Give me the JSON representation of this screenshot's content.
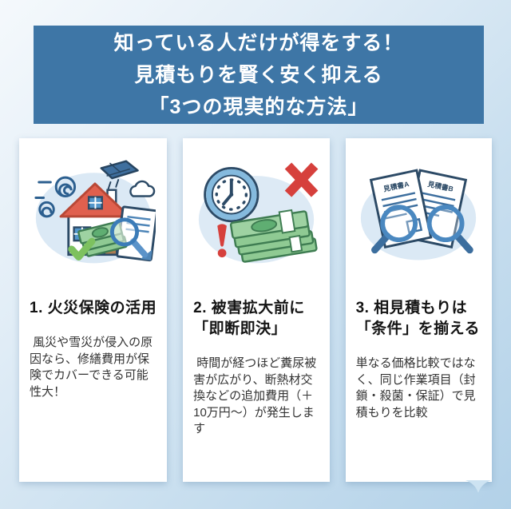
{
  "header": {
    "lines": [
      "知っている人だけが得をする！",
      "見積もりを賢く安く抑える",
      "「3つの現実的な方法」"
    ]
  },
  "cards": [
    {
      "id": "fire-insurance",
      "title_lines": [
        "1. 火災保険の活用"
      ],
      "body_lines": [
        " 風災や雪災が侵入の原",
        "因なら、修繕費用が保",
        "険でカバーできる可能",
        "性大！"
      ],
      "illustration": "house-storm-money-magnifier"
    },
    {
      "id": "quick-decision",
      "title_lines": [
        "2. 被害拡大前に",
        "「即断即決」"
      ],
      "body_lines": [
        " 時間が経つほど糞尿被",
        "害が広がり、断熱材交",
        "換などの追加費用（＋",
        "10万円〜）が発生しま",
        "す"
      ],
      "illustration": "clock-money-warning"
    },
    {
      "id": "compare-quotes",
      "title_lines": [
        "3. 相見積もりは",
        "「条件」を揃える"
      ],
      "body_lines": [
        "単なる価格比較ではな",
        "く、同じ作業項目（封",
        "鎖・殺菌・保証）で見",
        "積もりを比較"
      ],
      "doc_labels": [
        "見積書A",
        "見積書B"
      ],
      "illustration": "two-quotes-magnifiers"
    }
  ],
  "colors": {
    "page_gradient_start": "#f5f9fc",
    "page_gradient_end": "#b2d1e8",
    "header_bg": "#3e76a6",
    "card_bg": "#ffffff",
    "outline_navy": "#2c4a66",
    "accent_blue": "#4a88c0",
    "alert_red": "#d6403c",
    "money_green": "#8fca93",
    "check_green": "#7dc15f",
    "roof_red": "#e0604e",
    "arrow_light_blue": "#cde3f2"
  }
}
